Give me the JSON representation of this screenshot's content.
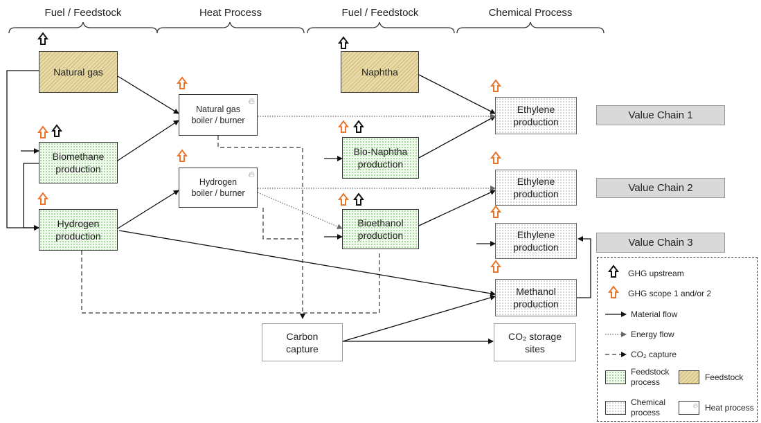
{
  "headers": {
    "fuel1": "Fuel / Feedstock",
    "heat": "Heat Process",
    "fuel2": "Fuel / Feedstock",
    "chemical": "Chemical Process"
  },
  "boxes": {
    "natural_gas": "Natural gas",
    "biomethane": "Biomethane\nproduction",
    "hydrogen_prod": "Hydrogen\nproduction",
    "ng_boiler": "Natural gas\nboiler / burner",
    "h2_boiler": "Hydrogen\nboiler / burner",
    "naphtha": "Naphtha",
    "bio_naphtha": "Bio-Naphtha\nproduction",
    "bioethanol": "Bioethanol\nproduction",
    "ethylene1": "Ethylene\nproduction",
    "ethylene2": "Ethylene\nproduction",
    "ethylene3": "Ethylene\nproduction",
    "methanol": "Methanol\nproduction",
    "carbon_capture": "Carbon\ncapture",
    "co2_storage": "CO₂ storage\nsites"
  },
  "value_chains": [
    "Value Chain 1",
    "Value Chain 2",
    "Value Chain 3"
  ],
  "legend": {
    "ghg_upstream": "GHG upstream",
    "ghg_scope": "GHG scope 1 and/or 2",
    "material_flow": "Material flow",
    "energy_flow": "Energy flow",
    "co2_capture": "CO₂ capture",
    "feedstock_process": "Feedstock\nprocess",
    "feedstock": "Feedstock",
    "chemical_process": "Chemical\nprocess",
    "heat_process": "Heat process"
  },
  "colors": {
    "ghg_upstream": "#111111",
    "ghg_scope": "#e8762b",
    "feedstock": "#e9dba8",
    "feedstock_process": "#c9e8c0",
    "value_chain": "#d9d9d9"
  },
  "icons": {
    "ghg_upstream": "hollow-up-arrow-icon",
    "ghg_scope": "hollow-up-arrow-icon",
    "heat": "flame-icon"
  }
}
